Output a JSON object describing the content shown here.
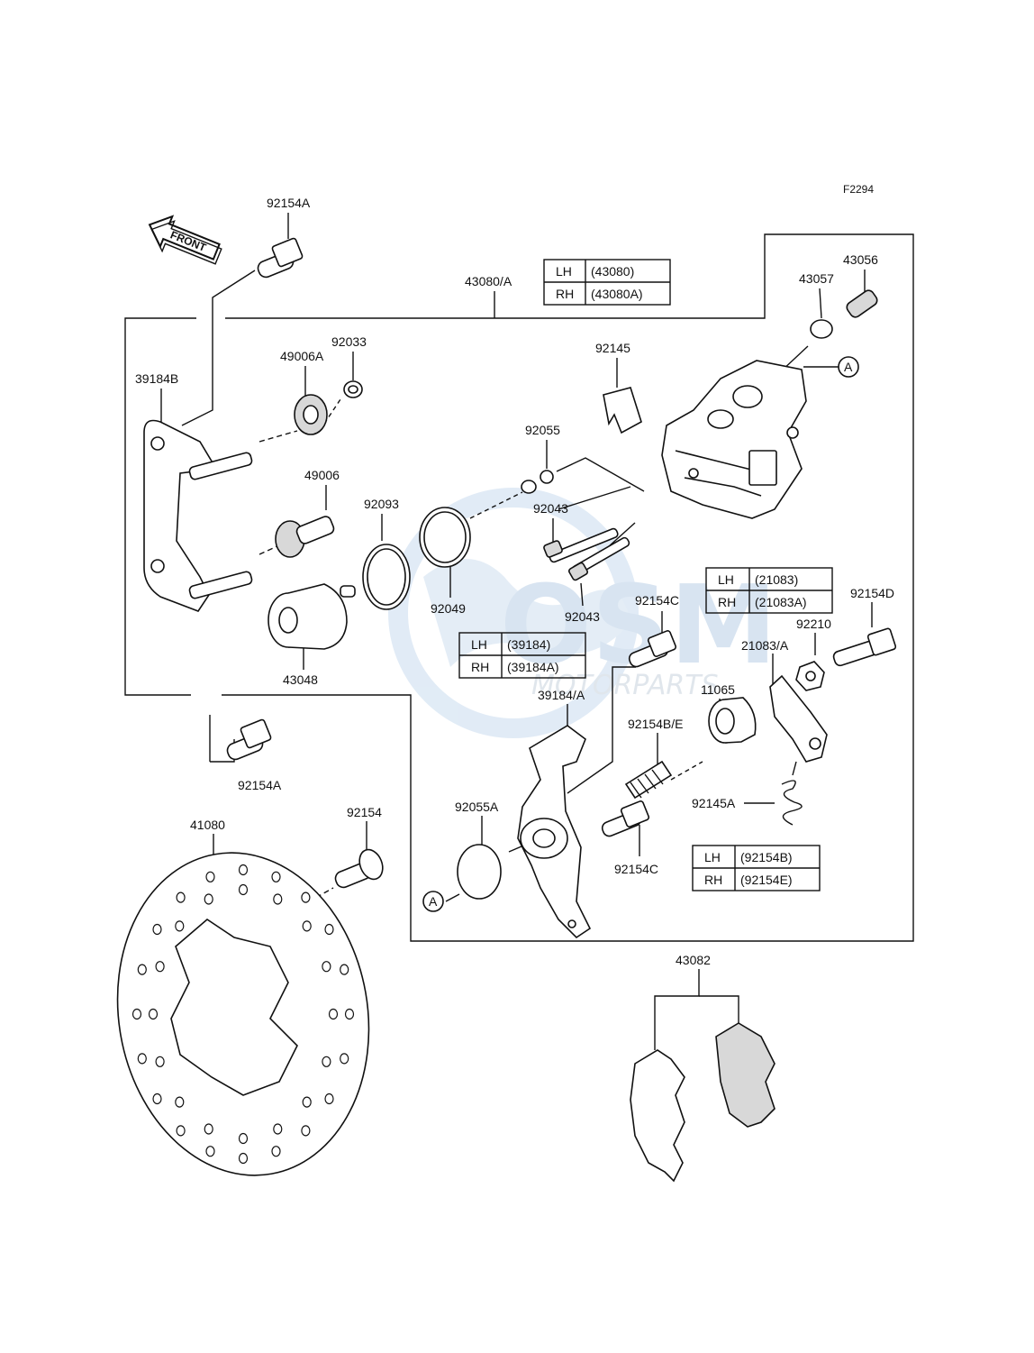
{
  "figure_code": "F2294",
  "front_arrow_text": "FRONT",
  "watermark": {
    "brand": "OSM",
    "sub": "MOTORPARTS"
  },
  "callout_letter": "A",
  "labels": {
    "p92154A_top": "92154A",
    "p43080A": "43080/A",
    "p43056": "43056",
    "p43057": "43057",
    "p92033": "92033",
    "p49006A": "49006A",
    "p39184B": "39184B",
    "p92145": "92145",
    "p92055": "92055",
    "p49006": "49006",
    "p92093": "92093",
    "p92043_a": "92043",
    "p92049": "92049",
    "p92043_b": "92043",
    "p43048": "43048",
    "p92154C_top": "92154C",
    "p92154D": "92154D",
    "p92210": "92210",
    "p21083A": "21083/A",
    "p11065": "11065",
    "p39184A": "39184/A",
    "p92154BE": "92154B/E",
    "p92154A_bottom": "92154A",
    "p92055A": "92055A",
    "p92145A": "92145A",
    "p41080": "41080",
    "p92154": "92154",
    "p92154C_bottom": "92154C",
    "p43082": "43082"
  },
  "tables": {
    "t43080": [
      [
        "LH",
        "(43080)"
      ],
      [
        "RH",
        "(43080A)"
      ]
    ],
    "t21083": [
      [
        "LH",
        "(21083)"
      ],
      [
        "RH",
        "(21083A)"
      ]
    ],
    "t39184": [
      [
        "LH",
        "(39184)"
      ],
      [
        "RH",
        "(39184A)"
      ]
    ],
    "t92154": [
      [
        "LH",
        "(92154B)"
      ],
      [
        "RH",
        "(92154E)"
      ]
    ]
  }
}
